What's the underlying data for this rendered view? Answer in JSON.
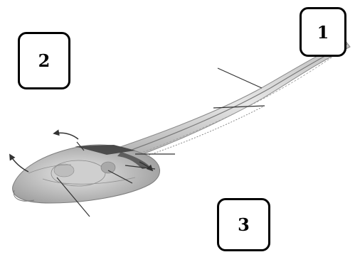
{
  "labels": [
    {
      "text": "1"
    },
    {
      "text": "2"
    },
    {
      "text": "3"
    }
  ],
  "colors": {
    "border": "#000000",
    "body_fill": "#d9d9d9",
    "body_stroke": "#8a8a8a",
    "dark_band": "#3a3a3a",
    "pointer": "#333333"
  }
}
